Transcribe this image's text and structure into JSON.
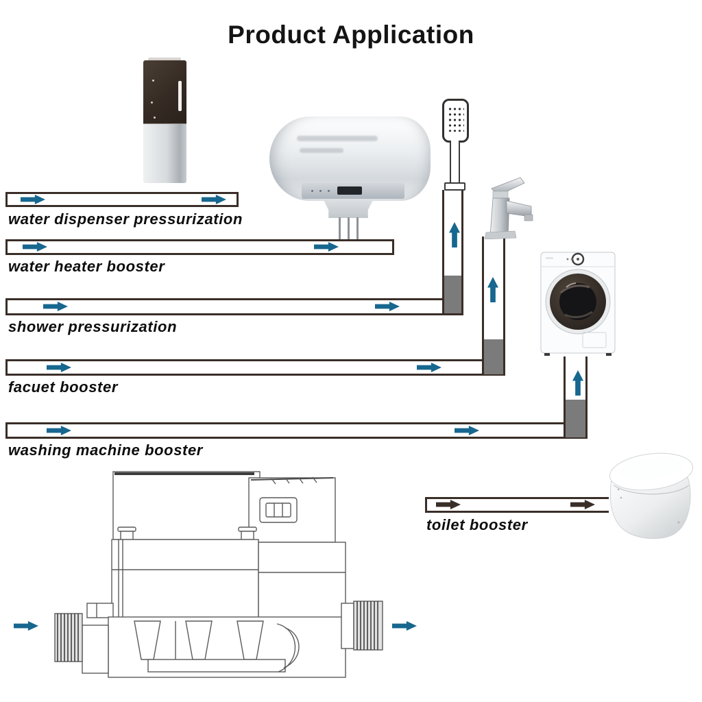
{
  "title": "Product Application",
  "applications": [
    {
      "label": "water dispenser pressurization",
      "device": "water-dispenser"
    },
    {
      "label": "water heater booster",
      "device": "water-heater"
    },
    {
      "label": "shower pressurization",
      "device": "shower-head"
    },
    {
      "label": "facuet booster",
      "device": "faucet"
    },
    {
      "label": "washing machine booster",
      "device": "washing-machine"
    },
    {
      "label": "toilet booster",
      "device": "toilet"
    }
  ],
  "product": {
    "name": "booster pump technical drawing"
  },
  "icons": {
    "flow_arrow_icon": "→",
    "flow_up_arrow_icon": "↑"
  },
  "colors": {
    "flow_arrow_blue": "#17678f",
    "flow_arrow_dark": "#3a2e28",
    "pipe_border": "#3a2e28",
    "pipe_water_gray": "#7b7b7b",
    "background": "#ffffff"
  }
}
